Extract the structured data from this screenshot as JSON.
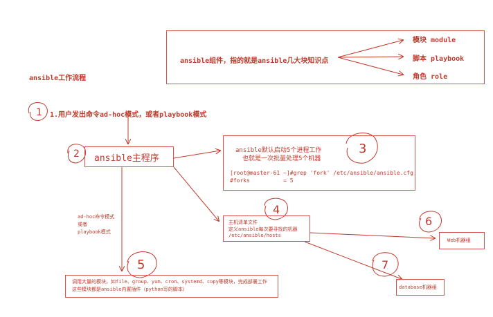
{
  "workflow_title": "ansible工作流程",
  "components": {
    "main_text": "ansible组件，指的就是ansible几大块知识点",
    "module": "模块  module",
    "playbook": "脚本  playbook",
    "role": "角色  role"
  },
  "step1": {
    "number": "1",
    "text": "1.用户发出命令ad-hoc模式，或者playbook模式"
  },
  "step2": {
    "number": "2",
    "text": "ansible主程序"
  },
  "step3": {
    "number": "3",
    "line1": "ansible默认启动5个进程工作",
    "line2": "也就是一次批量处理5个机器",
    "cmd1": "[root@master-61 ~]#grep 'fork' /etc/ansible/ansible.cfg",
    "cmd2": "#forks          = 5"
  },
  "mode_note": {
    "line1": "ad-hoc命令模式",
    "line2": "或者",
    "line3": "playbook模式"
  },
  "step4": {
    "number": "4",
    "line1": "主机清单文件",
    "line2": "定义ansible每次要寻找的机器",
    "line3": "/etc/ansible/hosts"
  },
  "step5": {
    "number": "5",
    "line1": "调用大量的模块，如file、group、yum、cron、systemd、copy等模块，完成部署工作",
    "line2": "这些模块都是ansible内置插件（python写的脚本）"
  },
  "step6": {
    "number": "6",
    "text": "Web机器组"
  },
  "step7": {
    "number": "7",
    "text": "database机器组"
  },
  "colors": {
    "ink": "#c0392b",
    "border": "#d9534f"
  }
}
